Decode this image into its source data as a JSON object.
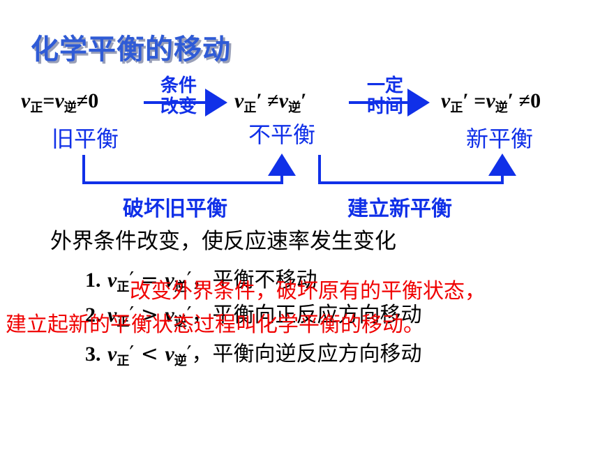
{
  "title": "化学平衡的移动",
  "formulas": {
    "f1": {
      "v": "v",
      "s1": "正",
      "mid": "=",
      "v2": "v",
      "s2": "逆",
      "tail": "≠0"
    },
    "f2": {
      "v": "v",
      "s1": "正",
      "mid": "′ ≠",
      "v2": "v",
      "s2": "逆",
      "tail": "′"
    },
    "f3": {
      "v": "v",
      "s1": "正",
      "mid": "′ =",
      "v2": "v",
      "s2": "逆",
      "tail": "′ ≠0"
    }
  },
  "states": {
    "old": "旧平衡",
    "none": "不平衡",
    "new": "新平衡"
  },
  "arrows": {
    "a1_top": "条件",
    "a1_bottom": "改变",
    "a2_top": "一定",
    "a2_bottom": "时间"
  },
  "brackets": {
    "left": "破坏旧平衡",
    "right": "建立新平衡"
  },
  "intro": "外界条件改变，使反应速率发生变化",
  "list": [
    {
      "num": "1.",
      "v": "v",
      "s1": "正",
      "op": "′ = ",
      "v2": "v",
      "s2": "逆",
      "tail": "′，平衡不移动"
    },
    {
      "num": "2.",
      "v": "v",
      "s1": "正",
      "op": "′ > ",
      "v2": "v",
      "s2": "逆",
      "tail": "′，平衡向正反应方向移动"
    },
    {
      "num": "3.",
      "v": "v",
      "s1": "正",
      "op": "′ < ",
      "v2": "v",
      "s2": "逆",
      "tail": "′，平衡向逆反应方向移动"
    }
  ],
  "overlay": {
    "line1": "改变外界条件，破坏原有的平衡状态，",
    "line2": "建立起新的平衡状态过程叫化学平衡的移动。"
  },
  "colors": {
    "title": "#2f5bd6",
    "blue": "#1030e8",
    "red": "#f00000"
  }
}
